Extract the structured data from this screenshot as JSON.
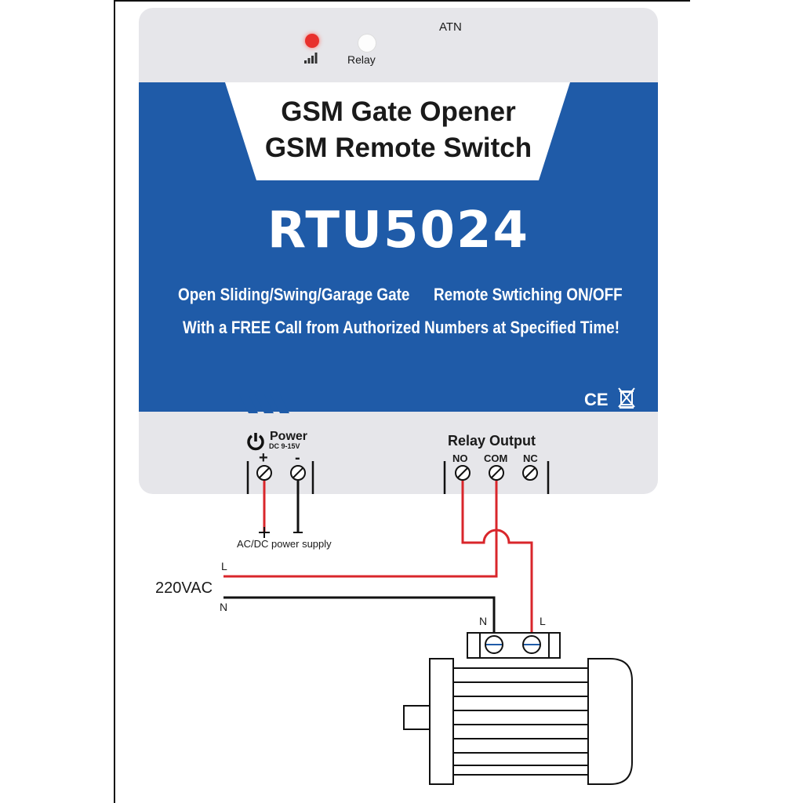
{
  "indicators": {
    "signal_label": "",
    "relay_label": "Relay",
    "antenna_label": "ATN",
    "led_color": "#e8302c"
  },
  "title": {
    "line1": "GSM Gate Opener",
    "line2": "GSM Remote Switch",
    "model": "RTU5024"
  },
  "description": {
    "line1_left": "Open Sliding/Swing/Garage Gate",
    "line1_right": "Remote Swtiching ON/OFF",
    "line2": "With a FREE Call from Authorized Numbers at Specified Time!"
  },
  "certifications": {
    "ce": "CE"
  },
  "power": {
    "label": "Power",
    "rating": "DC 9-15V",
    "plus": "+",
    "minus": "-",
    "supply_label": "AC/DC power supply"
  },
  "relay_output": {
    "label": "Relay Output",
    "terminals": [
      "NO",
      "COM",
      "NC"
    ]
  },
  "mains": {
    "voltage": "220VAC",
    "live": "L",
    "neutral": "N"
  },
  "motor": {
    "n_label": "N",
    "l_label": "L"
  },
  "colors": {
    "brand_blue": "#1f5ba8",
    "wire_red": "#d9262b",
    "wire_black": "#111111",
    "housing": "#e6e6ea"
  }
}
